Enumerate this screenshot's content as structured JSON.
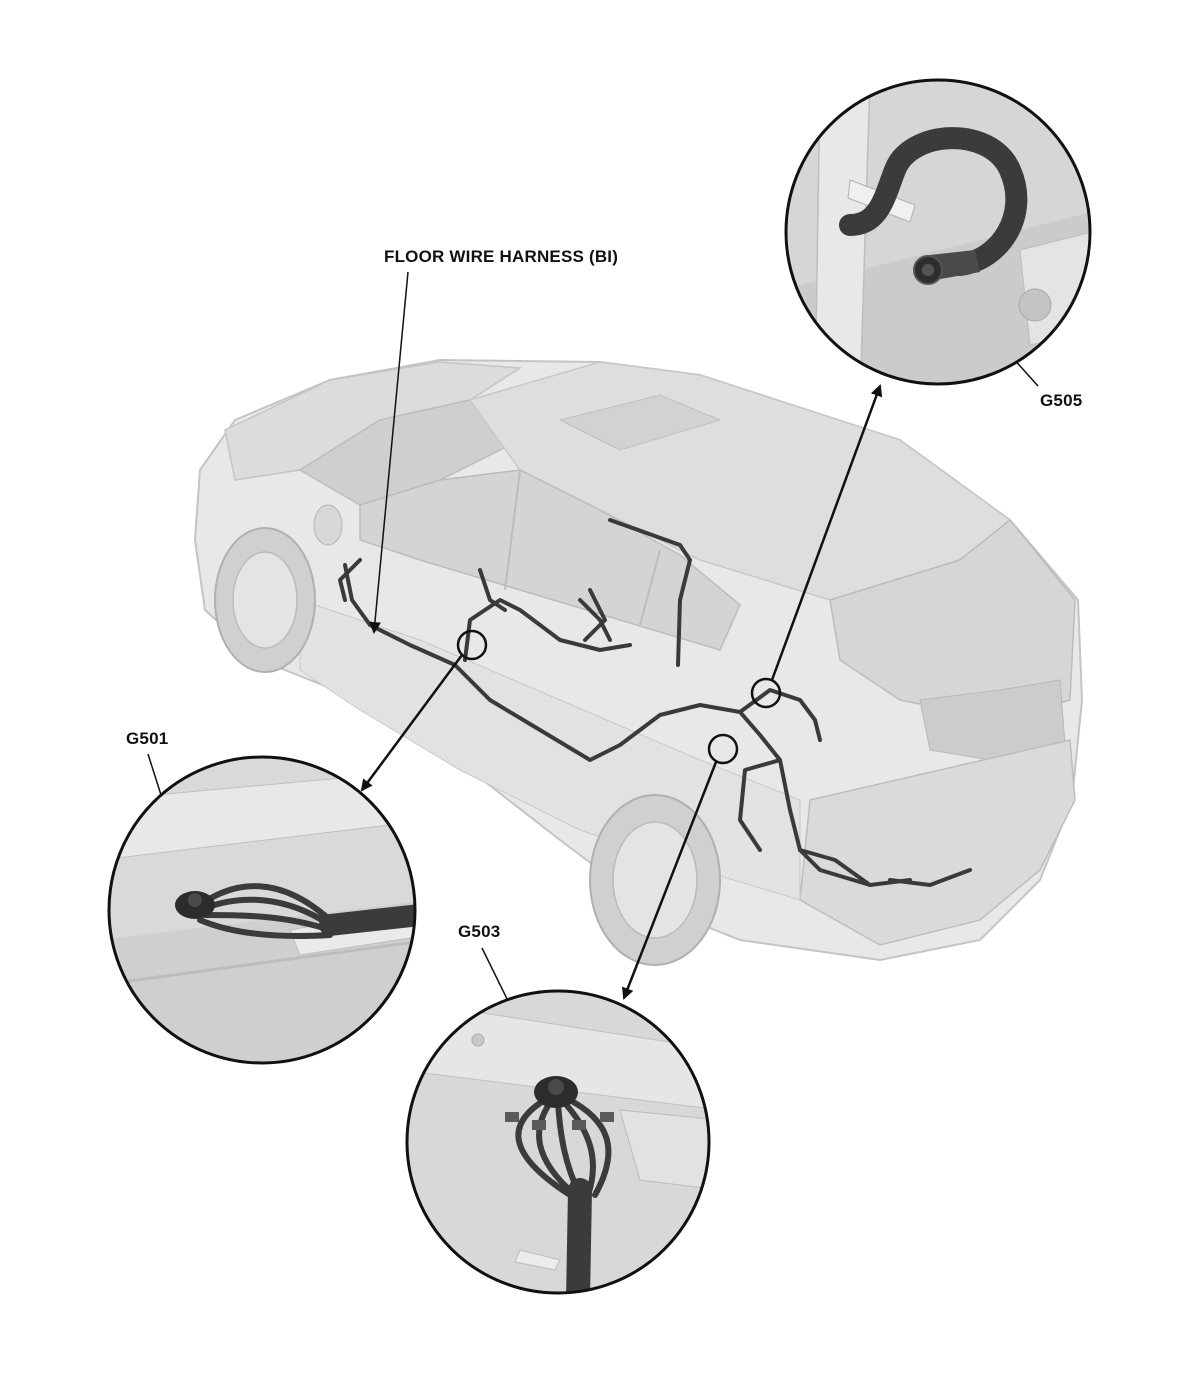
{
  "labels": {
    "harness": "FLOOR WIRE HARNESS (BI)",
    "g505": "G505",
    "g501": "G501",
    "g503": "G503"
  },
  "colors": {
    "line": "#111111",
    "body_light": "#e6e6e6",
    "body_mid": "#d2d2d2",
    "body_dark": "#bdbdbd",
    "harness": "#3a3a3a",
    "detail_bg": "#d8d8d8"
  }
}
